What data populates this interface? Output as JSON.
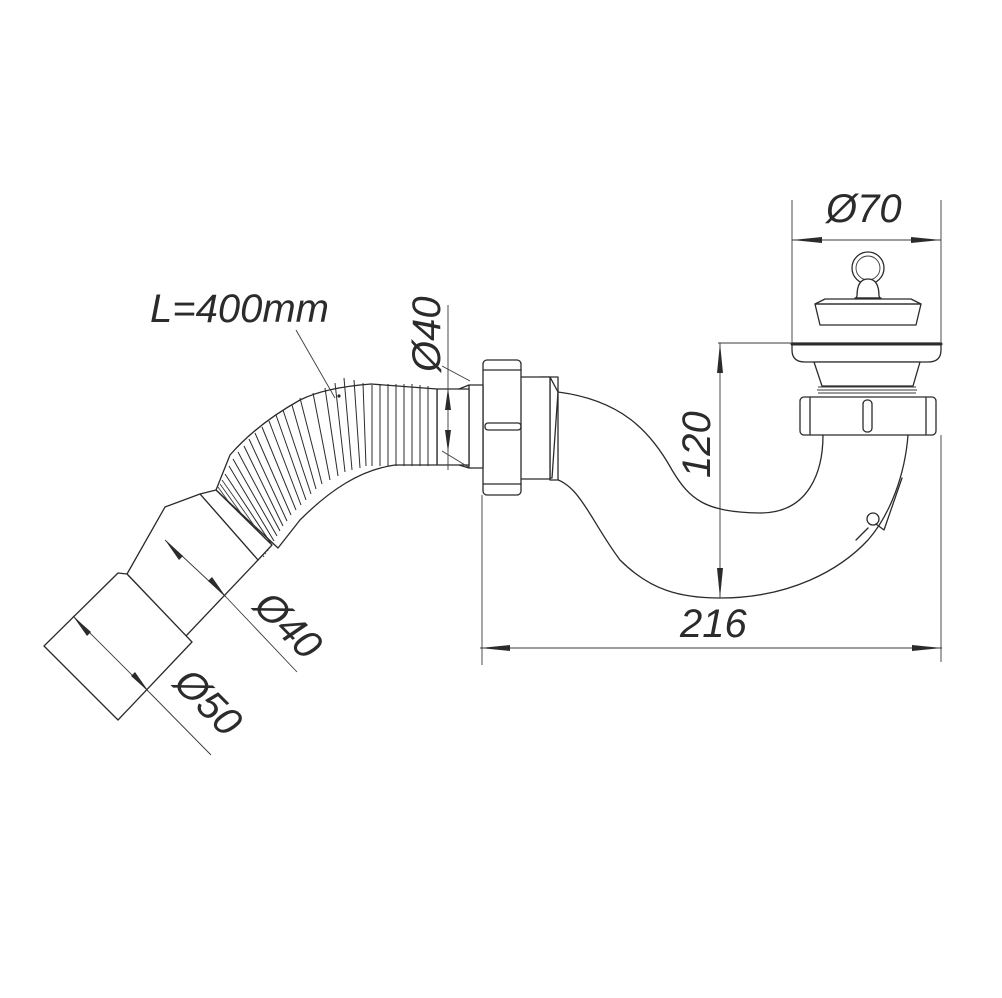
{
  "drawing": {
    "subject": "sink drain siphon with flexible hose",
    "line_color": "#2b2b2b",
    "background": "#ffffff"
  },
  "dimensions": {
    "plug_diameter": "Ø70",
    "height": "120",
    "width": "216",
    "hose_length": "L=400mm",
    "hose_outlet_diameter": "Ø40",
    "adapter_diameter_small": "Ø40",
    "adapter_diameter_large": "Ø50"
  },
  "parts": [
    {
      "name": "plug-with-ring"
    },
    {
      "name": "sink-strainer-flange"
    },
    {
      "name": "union-nut-top"
    },
    {
      "name": "s-trap-bend"
    },
    {
      "name": "union-nut-side"
    },
    {
      "name": "corrugated-flexible-hose"
    },
    {
      "name": "stepped-adapter-40-50"
    }
  ]
}
